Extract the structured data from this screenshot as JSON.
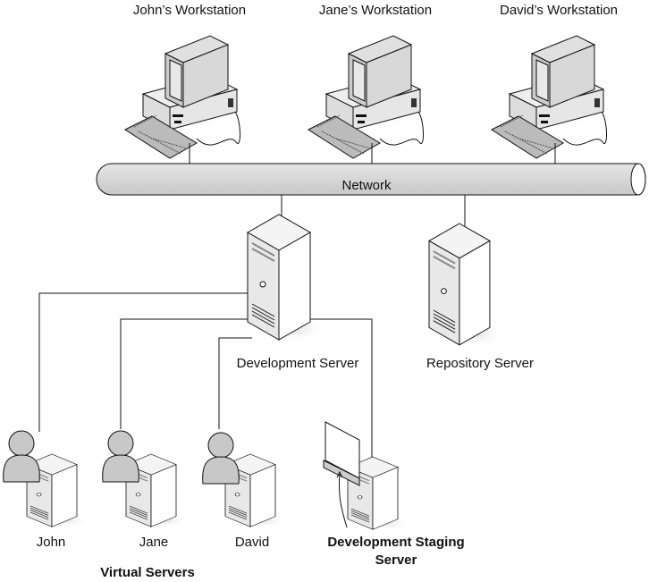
{
  "workstations": [
    {
      "label": "John’s Workstation"
    },
    {
      "label": "Jane’s Workstation"
    },
    {
      "label": "David’s Workstation"
    }
  ],
  "network": {
    "label": "Network"
  },
  "servers": {
    "development": {
      "label": "Development Server"
    },
    "repository": {
      "label": "Repository Server"
    }
  },
  "virtual_servers": {
    "group_label": "Virtual Servers",
    "items": [
      {
        "label": "John",
        "icon": "user-icon"
      },
      {
        "label": "Jane",
        "icon": "user-icon"
      },
      {
        "label": "David",
        "icon": "user-icon"
      }
    ]
  },
  "staging": {
    "line1": "Development Staging",
    "line2": "Server",
    "icon": "presentation-board-icon"
  },
  "colors": {
    "fill": "#d4d4d4",
    "face": "#ededed",
    "stroke": "#111111"
  }
}
